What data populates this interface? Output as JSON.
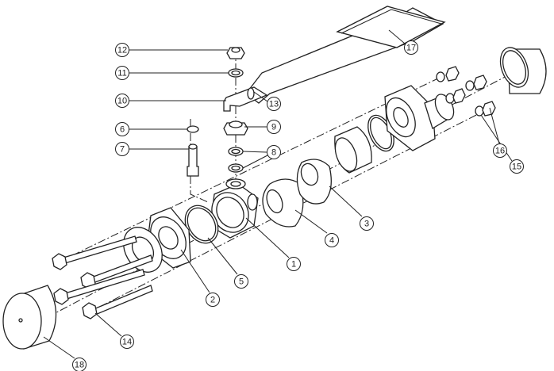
{
  "title": "Ball valve exploded view",
  "callouts": [
    "1",
    "2",
    "3",
    "4",
    "5",
    "6",
    "7",
    "8",
    "9",
    "10",
    "11",
    "12",
    "13",
    "14",
    "15",
    "16",
    "17",
    "18"
  ],
  "colors": {
    "line": "#222222",
    "background": "#ffffff"
  }
}
